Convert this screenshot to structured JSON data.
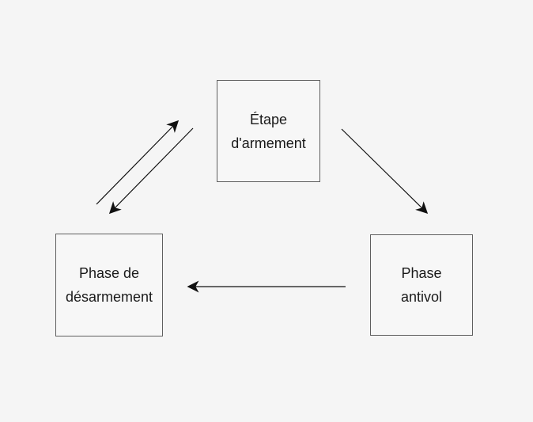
{
  "diagram": {
    "background_color": "#f5f5f5",
    "box_fill_color": "#f7f7f7",
    "box_border_color": "#5f5f5f",
    "arrow_color": "#111111",
    "text_color": "#1a1a1a",
    "nodes": [
      {
        "id": "armement",
        "label": "Étape\nd'armement"
      },
      {
        "id": "desarmement",
        "label": "Phase de\ndésarmement"
      },
      {
        "id": "antivol",
        "label": "Phase\nantivol"
      }
    ],
    "edges": [
      {
        "from": "desarmement",
        "to": "armement",
        "style": "diagonal-up"
      },
      {
        "from": "armement",
        "to": "desarmement",
        "style": "diagonal-down"
      },
      {
        "from": "armement",
        "to": "antivol",
        "style": "diagonal-down"
      },
      {
        "from": "antivol",
        "to": "desarmement",
        "style": "horizontal-left"
      }
    ]
  }
}
